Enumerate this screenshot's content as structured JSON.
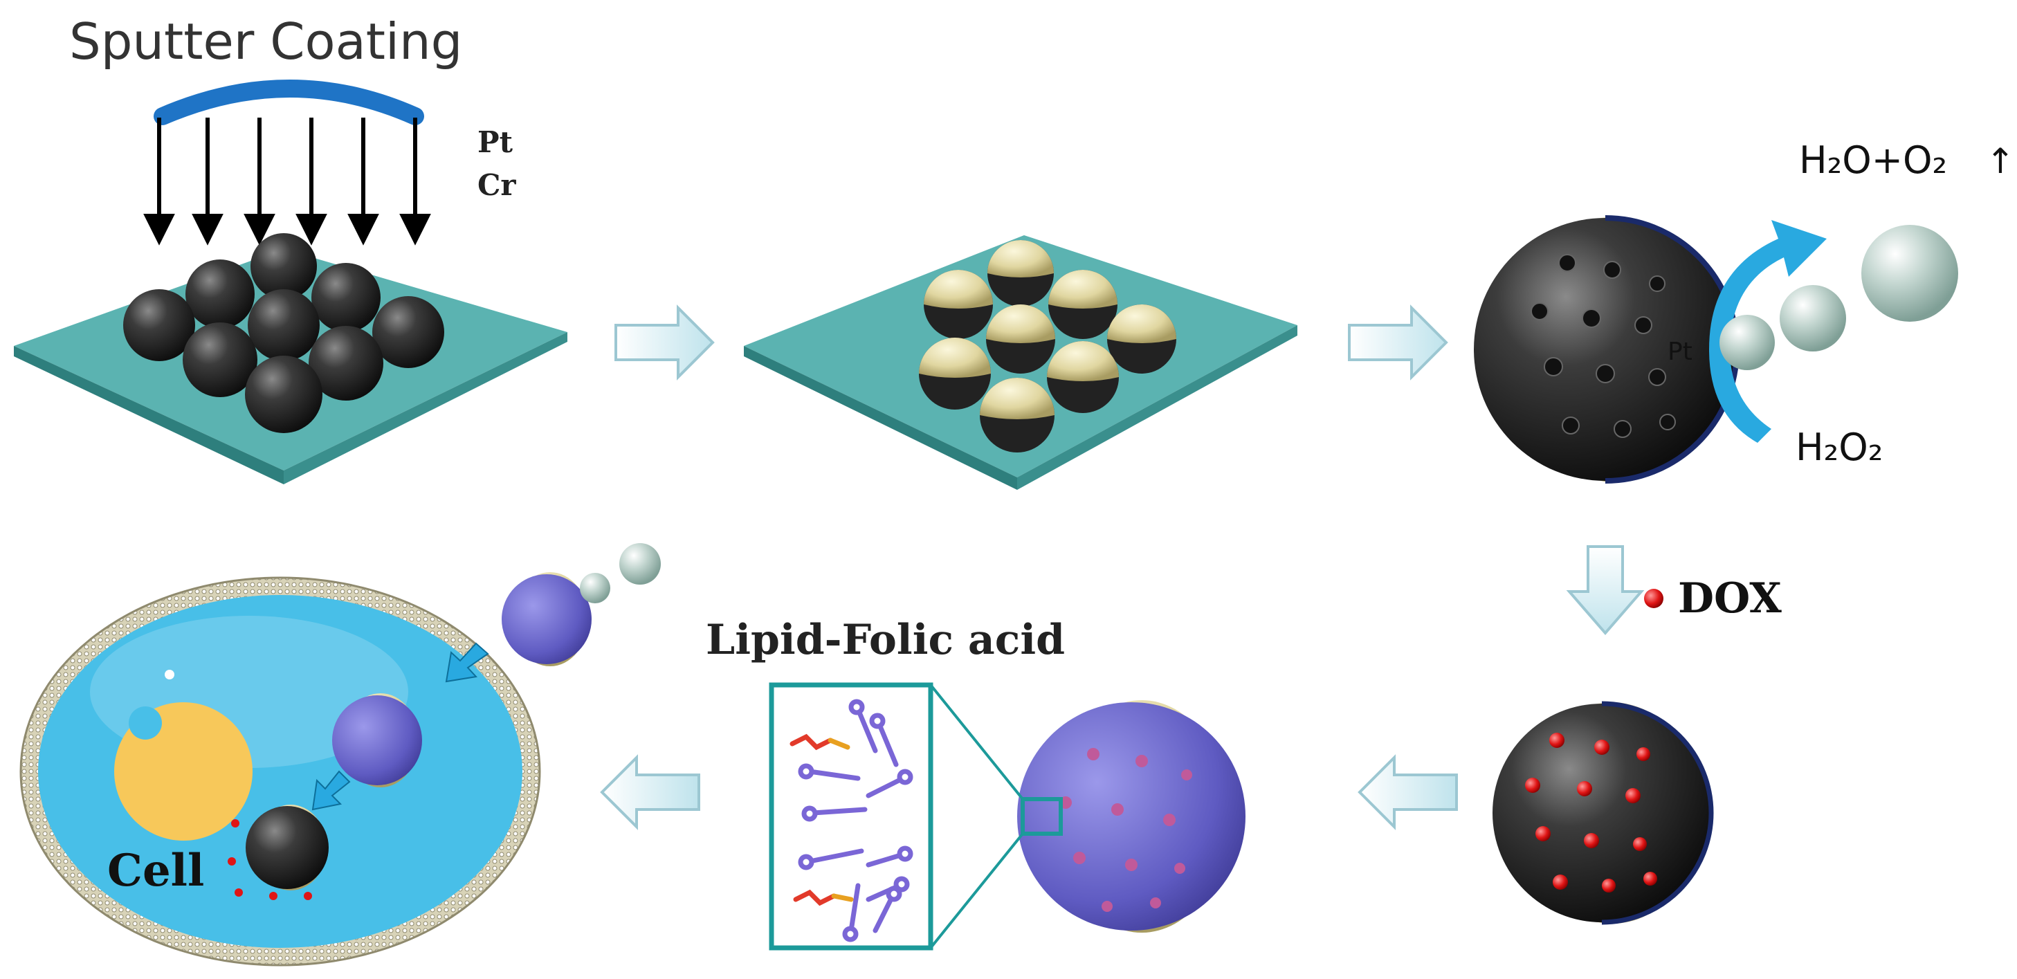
{
  "labels": {
    "sputter_coating": "Sputter Coating",
    "metal_1": "Pt",
    "metal_2": "Cr",
    "pt_cap": "Pt",
    "products": "H₂O+O₂",
    "up_arrow": "↑",
    "fuel": "H₂O₂",
    "drug": "DOX",
    "coating": "Lipid-Folic acid",
    "cell": "Cell"
  },
  "colors": {
    "substrate_top": "#5bb3b1",
    "substrate_edge": "#2e7f7d",
    "sphere_dark": "#2a2a2a",
    "pt_cap": "#d6cd9a",
    "drug_dot": "#e01515",
    "bubble": "#a9c4bc",
    "jet_arrow": "#29a9e0",
    "lipid_sphere": "#6a66c8",
    "cell_cytoplasm": "#48bfe8",
    "nucleus": "#f7c85a",
    "process_arrow": "#d9eef3"
  },
  "icons": {
    "process_arrow": "hollow-arrow-icon",
    "sputter_source": "arc-source-icon"
  }
}
